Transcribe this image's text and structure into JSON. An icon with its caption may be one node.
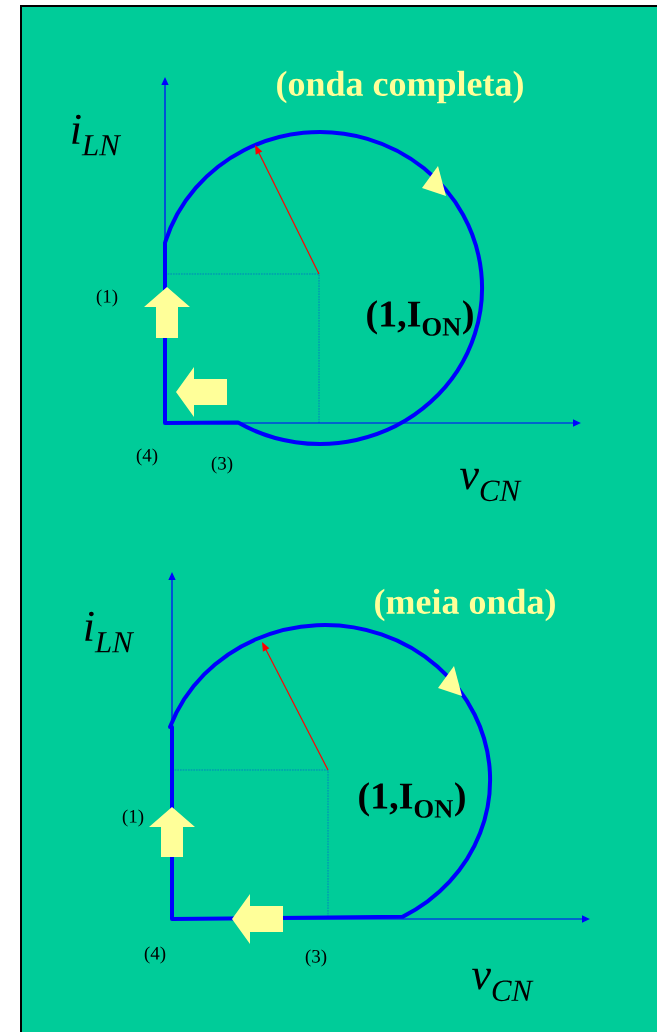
{
  "diagram": {
    "labels": [
      "(onda completa)",
      "i$_{LN}$",
      "(1)",
      "(1,I$_{ON}$)",
      "(4)",
      "(3)",
      "v$_{CN}$",
      "(meia onda)",
      "i$_{LN}$",
      "(1)",
      "(1,I$_{ON}$)",
      "(4)",
      "(3)",
      "v$_{CN}$"
    ]
  }
}
